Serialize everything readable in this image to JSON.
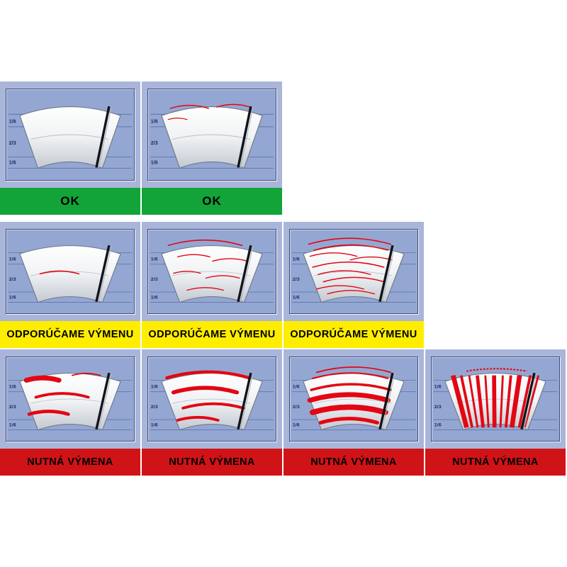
{
  "scale_ticks": [
    "1/6",
    "2/3",
    "1/6"
  ],
  "colors": {
    "page_bg": "#ffffff",
    "cell_bg": "#a9b6da",
    "panel_bg": "#94a7d2",
    "panel_line": "#5f74ab",
    "tick_text": "#1b2a60",
    "fan_stroke": "#6e7889",
    "fan_shading": "#b7bfc9",
    "blade": "#111419",
    "blade_highlight": "#aeb6c0",
    "streak": "#e30613",
    "ok_bg": "#12a339",
    "recommend_bg": "#ffed00",
    "replace_bg": "#d01317",
    "band_text": "#000000"
  },
  "rows": [
    {
      "status": "ok",
      "status_label": "OK",
      "band_color": "#12a339",
      "big_label": true,
      "cells": [
        {
          "wear": "clean",
          "streaks": []
        },
        {
          "wear": "trace-streaks",
          "streaks": [
            [
              33,
              90,
              29,
              1.6
            ],
            [
              102,
              152,
              27,
              1.6
            ],
            [
              30,
              58,
              46,
              1.3
            ]
          ]
        }
      ]
    },
    {
      "status": "recommend-replacement",
      "status_label": "ODPORÚČAME VÝMENU",
      "band_color": "#ffed00",
      "big_label": false,
      "cells": [
        {
          "wear": "single-streak",
          "streaks": [
            [
              50,
              108,
              73,
              1.8
            ]
          ]
        },
        {
          "wear": "several-streaks",
          "streaks": [
            [
              30,
              140,
              26,
              1.8
            ],
            [
              44,
              92,
              45,
              1.6
            ],
            [
              96,
              148,
              52,
              1.6
            ],
            [
              38,
              78,
              72,
              1.6
            ],
            [
              86,
              136,
              80,
              1.6
            ],
            [
              58,
              112,
              100,
              1.6
            ]
          ]
        },
        {
          "wear": "many-streaks",
          "streaks": [
            [
              28,
              150,
              24,
              1.8
            ],
            [
              36,
              146,
              34,
              1.8
            ],
            [
              30,
              100,
              44,
              1.6
            ],
            [
              90,
              152,
              50,
              1.6
            ],
            [
              34,
              140,
              62,
              1.8
            ],
            [
              42,
              120,
              74,
              1.6
            ],
            [
              50,
              140,
              86,
              1.8
            ],
            [
              40,
              110,
              98,
              1.6
            ],
            [
              56,
              126,
              106,
              1.6
            ]
          ]
        }
      ]
    },
    {
      "status": "replacement-required",
      "status_label": "NUTNÁ VÝMENA",
      "band_color": "#d01317",
      "big_label": false,
      "cells": [
        {
          "wear": "thick-smears",
          "streaks": [
            [
              30,
              78,
              38,
              8
            ],
            [
              98,
              140,
              30,
              2
            ],
            [
              44,
              122,
              66,
              4.5
            ],
            [
              34,
              92,
              94,
              5.5
            ]
          ]
        },
        {
          "wear": "heavy-smears",
          "streaks": [
            [
              28,
              150,
              34,
              5
            ],
            [
              38,
              132,
              58,
              6.5
            ],
            [
              52,
              142,
              84,
              4.5
            ],
            [
              44,
              104,
              104,
              4.5
            ]
          ]
        },
        {
          "wear": "heavy-bands",
          "streaks": [
            [
              40,
              150,
              25,
              2
            ],
            [
              34,
              146,
              35,
              2.5
            ],
            [
              32,
              150,
              54,
              4
            ],
            [
              30,
              146,
              71,
              8
            ],
            [
              34,
              142,
              91,
              9
            ],
            [
              46,
              130,
              108,
              6
            ]
          ]
        },
        {
          "wear": "totally-worn",
          "streaks": [],
          "vstreaks": [
            [
              32,
              7
            ],
            [
              44,
              4
            ],
            [
              56,
              3
            ],
            [
              68,
              5
            ],
            [
              80,
              3
            ],
            [
              93,
              6
            ],
            [
              106,
              3
            ],
            [
              118,
              4
            ],
            [
              131,
              7
            ],
            [
              147,
              4
            ],
            [
              159,
              3
            ]
          ],
          "topmark": true
        }
      ]
    }
  ]
}
